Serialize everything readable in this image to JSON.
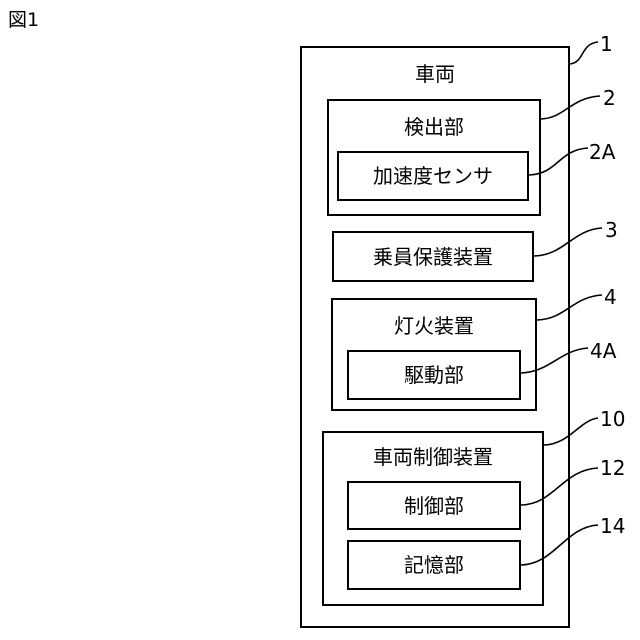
{
  "figure_label": "図1",
  "vehicle": {
    "label": "車両",
    "ref": "1"
  },
  "detector": {
    "label": "検出部",
    "ref": "2",
    "sensor": {
      "label": "加速度センサ",
      "ref": "2A"
    }
  },
  "occupant_protection": {
    "label": "乗員保護装置",
    "ref": "3"
  },
  "lighting": {
    "label": "灯火装置",
    "ref": "4",
    "drive": {
      "label": "駆動部",
      "ref": "4A"
    }
  },
  "controller": {
    "label": "車両制御装置",
    "ref": "10",
    "control_unit": {
      "label": "制御部",
      "ref": "12"
    },
    "memory_unit": {
      "label": "記憶部",
      "ref": "14"
    }
  }
}
